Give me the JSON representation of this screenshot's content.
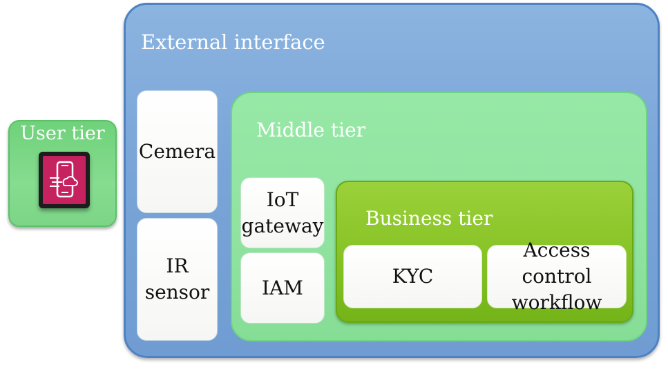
{
  "user_tier": {
    "label": "User tier",
    "icon": "mobile-cloud-icon"
  },
  "external_interface": {
    "label": "External interface",
    "camera_label": "Cemera",
    "ir_sensor_label": "IR\nsensor"
  },
  "middle_tier": {
    "label": "Middle tier",
    "iot_gateway_label": "IoT\ngateway",
    "iam_label": "IAM"
  },
  "business_tier": {
    "label": "Business tier",
    "kyc_label": "KYC",
    "access_control_label": "Access control\nworkflow"
  },
  "colors": {
    "user_tier": "#7cd587",
    "external_interface": "#7aa5d8",
    "middle_tier": "#8fe39f",
    "business_tier": "#86c225",
    "phone_icon_bg": "#c5225f"
  }
}
